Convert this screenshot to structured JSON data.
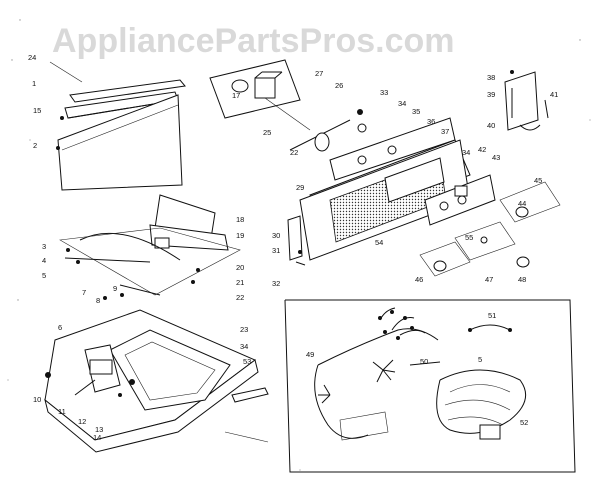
{
  "watermark": "AppliancePartsPros.com",
  "labels": [
    "24",
    "1",
    "15",
    "2",
    "17",
    "27",
    "26",
    "33",
    "34",
    "35",
    "25",
    "22",
    "36",
    "37",
    "38",
    "39",
    "41",
    "40",
    "18",
    "19",
    "3",
    "4",
    "5",
    "20",
    "21",
    "22",
    "7",
    "8",
    "9",
    "6",
    "29",
    "30",
    "31",
    "32",
    "54",
    "34",
    "42",
    "43",
    "45",
    "44",
    "55",
    "47",
    "48",
    "46",
    "23",
    "34",
    "53",
    "10",
    "11",
    "12",
    "13",
    "14",
    "51",
    "49",
    "50",
    "5",
    "52"
  ],
  "colors": {
    "line": "#111111",
    "watermark": "#b9b9b9"
  }
}
